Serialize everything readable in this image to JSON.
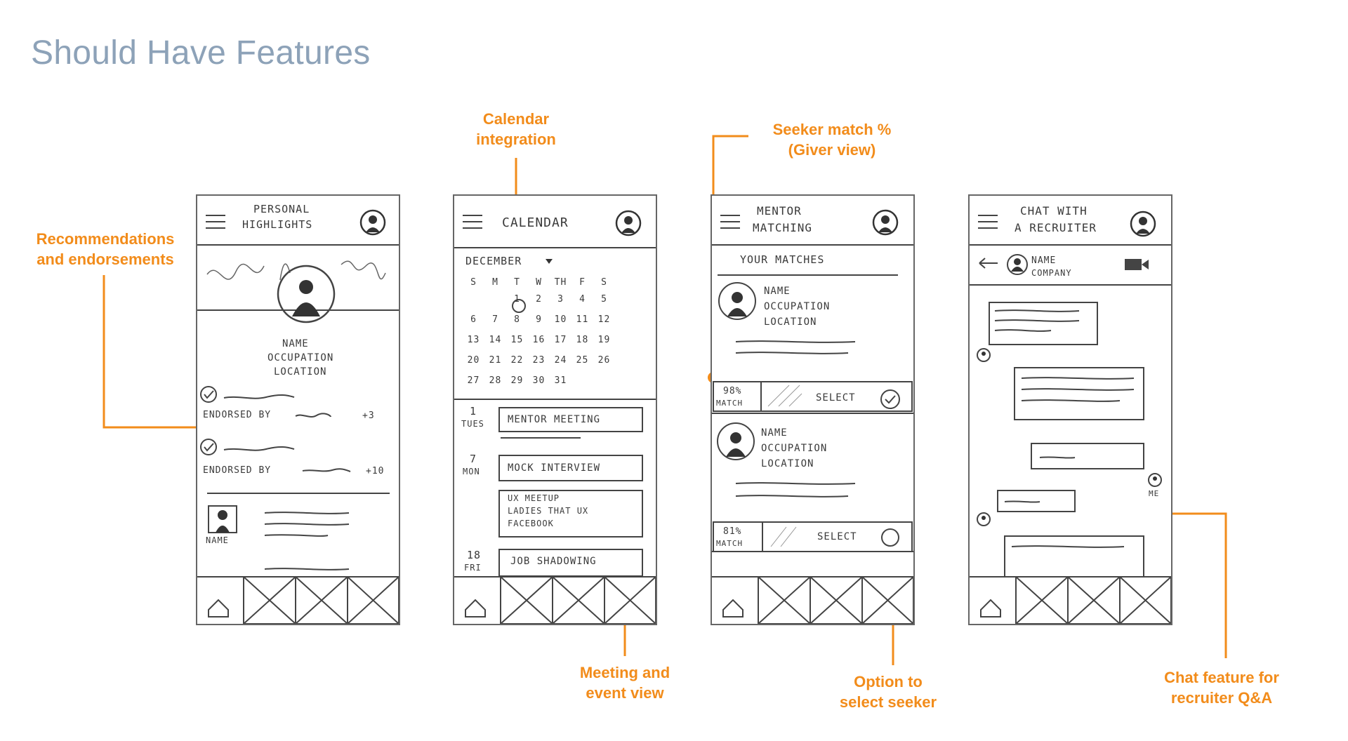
{
  "page": {
    "title": "Should Have Features"
  },
  "callouts": {
    "recommendations": {
      "line1": "Recommendations",
      "line2": "and endorsements"
    },
    "calendar": {
      "line1": "Calendar",
      "line2": "integration"
    },
    "seeker_match": {
      "line1": "Seeker match %",
      "line2": "(Giver view)"
    },
    "meeting": {
      "line1": "Meeting and",
      "line2": "event view"
    },
    "select_seeker": {
      "line1": "Option to",
      "line2": "select seeker"
    },
    "chat": {
      "line1": "Chat feature for",
      "line2": "recruiter Q&A"
    }
  },
  "screen1": {
    "header_line1": "PERSONAL",
    "header_line2": "HIGHLIGHTS",
    "name": "NAME",
    "occupation": "OCCUPATION",
    "location": "LOCATION",
    "endorsed1": "ENDORSED BY",
    "endorsed1_count": "+3",
    "endorsed2": "ENDORSED BY",
    "endorsed2_count": "+10",
    "reviewer_name": "NAME"
  },
  "screen2": {
    "header": "CALENDAR",
    "month": "DECEMBER",
    "weekdays": [
      "S",
      "M",
      "T",
      "W",
      "TH",
      "F",
      "S"
    ],
    "weeks": [
      [
        "",
        "",
        "1",
        "2",
        "3",
        "4",
        "5"
      ],
      [
        "6",
        "7",
        "8",
        "9",
        "10",
        "11",
        "12"
      ],
      [
        "13",
        "14",
        "15",
        "16",
        "17",
        "18",
        "19"
      ],
      [
        "20",
        "21",
        "22",
        "23",
        "24",
        "25",
        "26"
      ],
      [
        "27",
        "28",
        "29",
        "30",
        "31",
        "",
        ""
      ]
    ],
    "events": [
      {
        "day": "1",
        "weekday": "TUES",
        "title": "MENTOR MEETING"
      },
      {
        "day": "7",
        "weekday": "MON",
        "title": "MOCK INTERVIEW",
        "extra1": "UX MEETUP",
        "extra2": "LADIES THAT UX",
        "extra3": "FACEBOOK"
      },
      {
        "day": "18",
        "weekday": "FRI",
        "title": "JOB SHADOWING"
      }
    ]
  },
  "screen3": {
    "header_line1": "MENTOR",
    "header_line2": "MATCHING",
    "subheader": "YOUR MATCHES",
    "matches": [
      {
        "name": "NAME",
        "occupation": "OCCUPATION",
        "location": "LOCATION",
        "percent": "98%",
        "match_label": "MATCH",
        "select": "SELECT"
      },
      {
        "name": "NAME",
        "occupation": "OCCUPATION",
        "location": "LOCATION",
        "percent": "81%",
        "match_label": "MATCH",
        "select": "SELECT"
      }
    ]
  },
  "screen4": {
    "header_line1": "CHAT WITH",
    "header_line2": "A RECRUITER",
    "contact_name": "NAME",
    "contact_company": "COMPANY",
    "me_label": "ME"
  },
  "colors": {
    "accent": "#f28c1b",
    "title": "#8da2b8",
    "sketch": "#3a3a3a"
  }
}
